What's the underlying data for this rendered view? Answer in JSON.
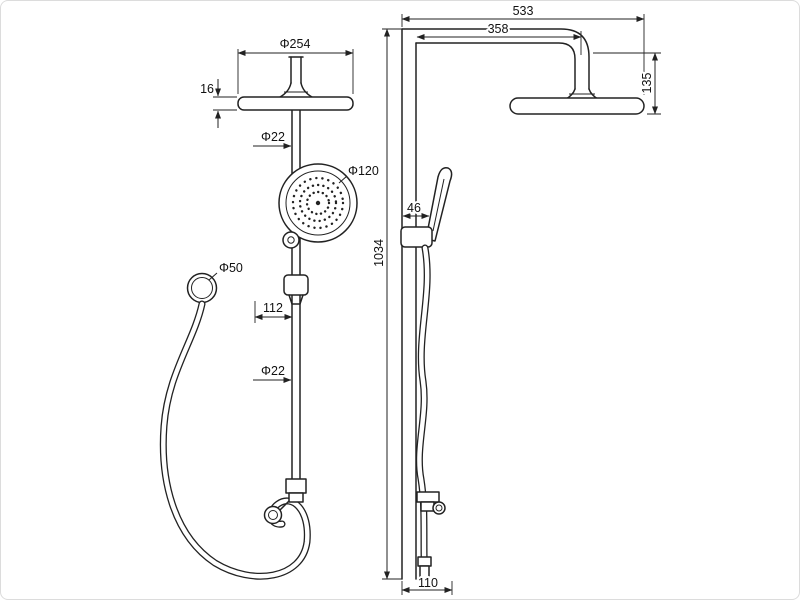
{
  "drawing": {
    "front_view": {
      "head_diameter": "Φ254",
      "head_thickness": "16",
      "upper_pipe_diameter": "Φ22",
      "hand_shower_diameter": "Φ120",
      "hose_nut_diameter": "Φ50",
      "bracket_offset": "112",
      "lower_pipe_diameter": "Φ22"
    },
    "side_view": {
      "overall_depth": "533",
      "arm_length": "358",
      "head_drop": "135",
      "holder_offset": "46",
      "column_height": "1034",
      "outlet_offset": "110"
    }
  }
}
